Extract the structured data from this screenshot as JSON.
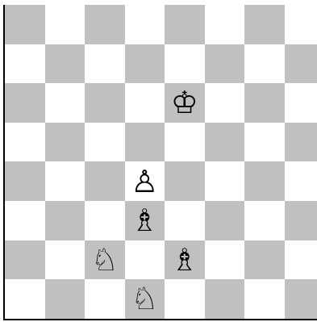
{
  "board": {
    "colors": {
      "light": "#ffffff",
      "dark": "#c0c0c0"
    },
    "pieces": [
      {
        "square": "e6",
        "type": "king",
        "color": "white",
        "glyph": "♔"
      },
      {
        "square": "d4",
        "type": "pawn",
        "color": "white",
        "glyph": "♙"
      },
      {
        "square": "d3",
        "type": "bishop",
        "color": "white",
        "glyph": "♗"
      },
      {
        "square": "e2",
        "type": "bishop",
        "color": "white",
        "glyph": "♗"
      },
      {
        "square": "c2",
        "type": "knight",
        "color": "white",
        "glyph": "♘"
      },
      {
        "square": "d1",
        "type": "knight",
        "color": "white",
        "glyph": "♘"
      }
    ]
  }
}
